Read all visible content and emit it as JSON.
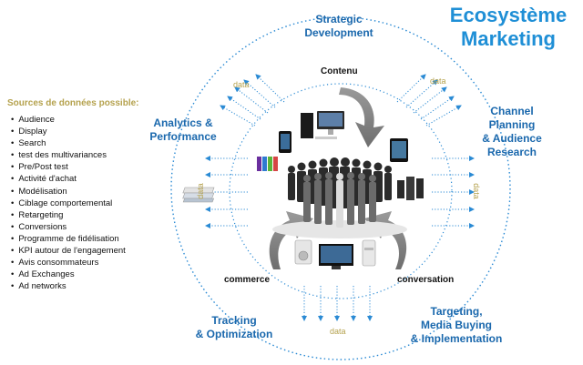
{
  "title": [
    "Ecosystème",
    "Marketing"
  ],
  "phases": {
    "strategic": [
      "Strategic",
      "Development"
    ],
    "analytics": [
      "Analytics &",
      "Performance"
    ],
    "channel": [
      "Channel",
      "Planning",
      "& Audience",
      "Research"
    ],
    "tracking": [
      "Tracking",
      "& Optimization"
    ],
    "targeting": [
      "Targeting,",
      "Media Buying",
      "& Implementation"
    ]
  },
  "flows": {
    "content": "Contenu",
    "commerce": "commerce",
    "conversation": "conversation"
  },
  "data_label": "data",
  "sources": {
    "title": "Sources de données possible:",
    "items": [
      "Audience",
      "Display",
      "Search",
      "test des multivariances",
      "Pre/Post test",
      "Activité d'achat",
      "Modélisation",
      "Ciblage comportemental",
      "Retargeting",
      "Conversions",
      "Programme de fidélisation",
      "KPI autour de l'engagement",
      "Avis consommateurs",
      "Ad Exchanges",
      "Ad networks"
    ]
  },
  "colors": {
    "brand": "#1f8fd6",
    "phase_text": "#1a68ad",
    "dotted": "#2a8ad4",
    "data_text": "#b5a24e"
  },
  "icons": [
    "desktop-computer-icon",
    "ipod-icon",
    "smartphone-icon",
    "tablet-icon",
    "servers-icon",
    "printed-documents-icon",
    "speaker-icon",
    "television-icon",
    "game-console-icon",
    "crowd-of-people-image"
  ]
}
